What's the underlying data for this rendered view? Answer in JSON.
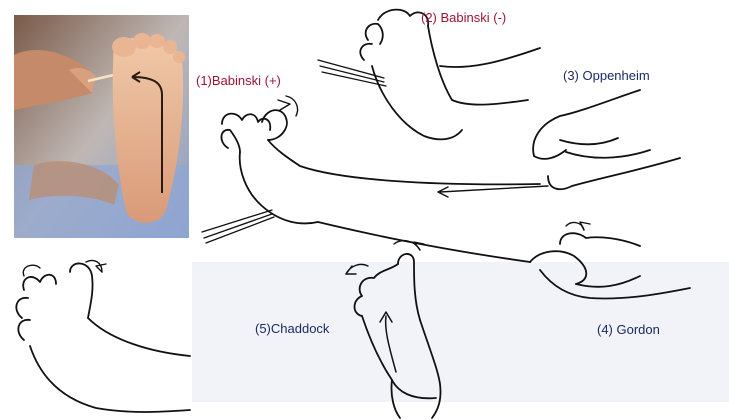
{
  "labels": {
    "babinski_positive": "(1)Babinski (+)",
    "babinski_negative": "(2) Babinski (-)",
    "oppenheim": "(3) Oppenheim",
    "gordon": "(4) Gordon",
    "chaddock": "(5)Chaddock"
  },
  "colors": {
    "label_red": "#9b1535",
    "label_blue": "#1c2a63",
    "line": "#111111",
    "skin": "#e6b08c",
    "panel_tint": "#f1f3f8"
  }
}
